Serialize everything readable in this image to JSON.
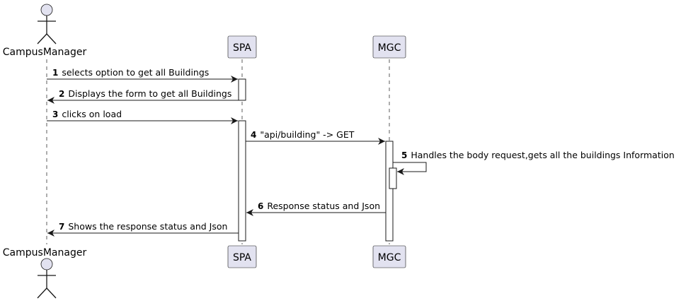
{
  "participants": {
    "actor": "CampusManager",
    "spa": "SPA",
    "mgc": "MGC"
  },
  "colors": {
    "participant_fill": "#E2E2F0",
    "line": "#181818"
  },
  "messages": [
    {
      "num": "1",
      "text": "selects option to get all Buildings",
      "from": "actor",
      "to": "spa"
    },
    {
      "num": "2",
      "text": "Displays the form to get all Buildings",
      "from": "spa",
      "to": "actor"
    },
    {
      "num": "3",
      "text": "clicks on load",
      "from": "actor",
      "to": "spa"
    },
    {
      "num": "4",
      "text": "\"api/building\" -> GET",
      "from": "spa",
      "to": "mgc"
    },
    {
      "num": "5",
      "text": "Handles the body request,gets all the buildings Information",
      "from": "mgc",
      "to": "mgc"
    },
    {
      "num": "6",
      "text": "Response status and Json",
      "from": "mgc",
      "to": "spa"
    },
    {
      "num": "7",
      "text": "Shows the response status and Json",
      "from": "spa",
      "to": "actor"
    }
  ]
}
